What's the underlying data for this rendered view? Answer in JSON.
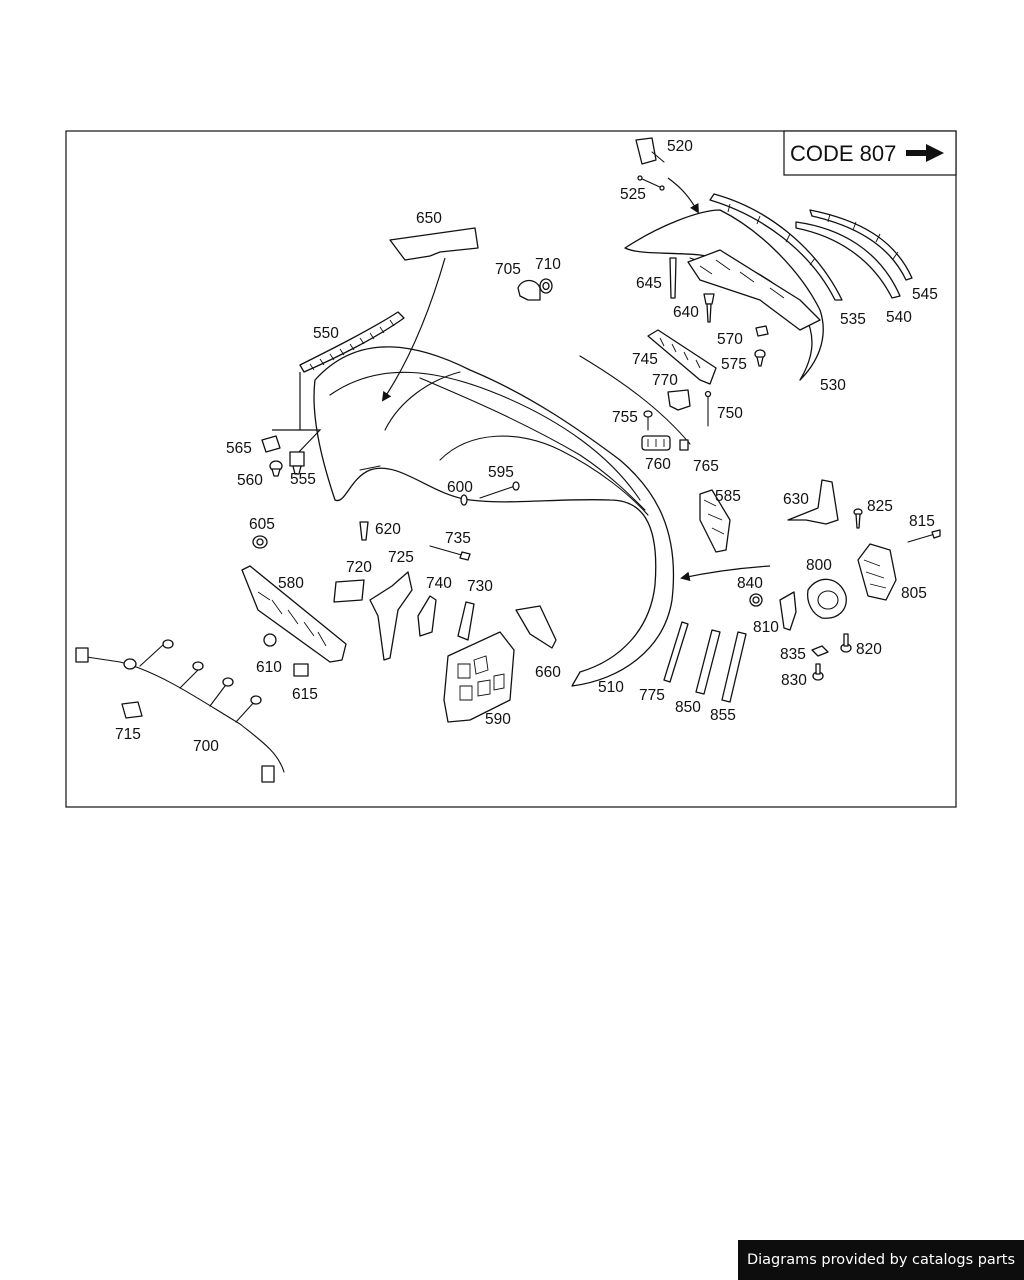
{
  "code_box": {
    "text": "CODE 807",
    "arrow_icon": "right-arrow-icon"
  },
  "callouts": [
    {
      "id": "520",
      "text": "520"
    },
    {
      "id": "525",
      "text": "525"
    },
    {
      "id": "545",
      "text": "545"
    },
    {
      "id": "540",
      "text": "540"
    },
    {
      "id": "535",
      "text": "535"
    },
    {
      "id": "530",
      "text": "530"
    },
    {
      "id": "645",
      "text": "645"
    },
    {
      "id": "640",
      "text": "640"
    },
    {
      "id": "570",
      "text": "570"
    },
    {
      "id": "575",
      "text": "575"
    },
    {
      "id": "745",
      "text": "745"
    },
    {
      "id": "770",
      "text": "770"
    },
    {
      "id": "750",
      "text": "750"
    },
    {
      "id": "755",
      "text": "755"
    },
    {
      "id": "760",
      "text": "760"
    },
    {
      "id": "765",
      "text": "765"
    },
    {
      "id": "650",
      "text": "650"
    },
    {
      "id": "705",
      "text": "705"
    },
    {
      "id": "710",
      "text": "710"
    },
    {
      "id": "550",
      "text": "550"
    },
    {
      "id": "565",
      "text": "565"
    },
    {
      "id": "560",
      "text": "560"
    },
    {
      "id": "555",
      "text": "555"
    },
    {
      "id": "595",
      "text": "595"
    },
    {
      "id": "600",
      "text": "600"
    },
    {
      "id": "585",
      "text": "585"
    },
    {
      "id": "630",
      "text": "630"
    },
    {
      "id": "825",
      "text": "825"
    },
    {
      "id": "815",
      "text": "815"
    },
    {
      "id": "605",
      "text": "605"
    },
    {
      "id": "620",
      "text": "620"
    },
    {
      "id": "735",
      "text": "735"
    },
    {
      "id": "725",
      "text": "725"
    },
    {
      "id": "720",
      "text": "720"
    },
    {
      "id": "580",
      "text": "580"
    },
    {
      "id": "740",
      "text": "740"
    },
    {
      "id": "730",
      "text": "730"
    },
    {
      "id": "800",
      "text": "800"
    },
    {
      "id": "840",
      "text": "840"
    },
    {
      "id": "805",
      "text": "805"
    },
    {
      "id": "810",
      "text": "810"
    },
    {
      "id": "820",
      "text": "820"
    },
    {
      "id": "835",
      "text": "835"
    },
    {
      "id": "830",
      "text": "830"
    },
    {
      "id": "610",
      "text": "610"
    },
    {
      "id": "615",
      "text": "615"
    },
    {
      "id": "660",
      "text": "660"
    },
    {
      "id": "510",
      "text": "510"
    },
    {
      "id": "775",
      "text": "775"
    },
    {
      "id": "850",
      "text": "850"
    },
    {
      "id": "855",
      "text": "855"
    },
    {
      "id": "590",
      "text": "590"
    },
    {
      "id": "715",
      "text": "715"
    },
    {
      "id": "700",
      "text": "700"
    }
  ],
  "credit": {
    "text": "Diagrams provided by catalogs parts"
  }
}
